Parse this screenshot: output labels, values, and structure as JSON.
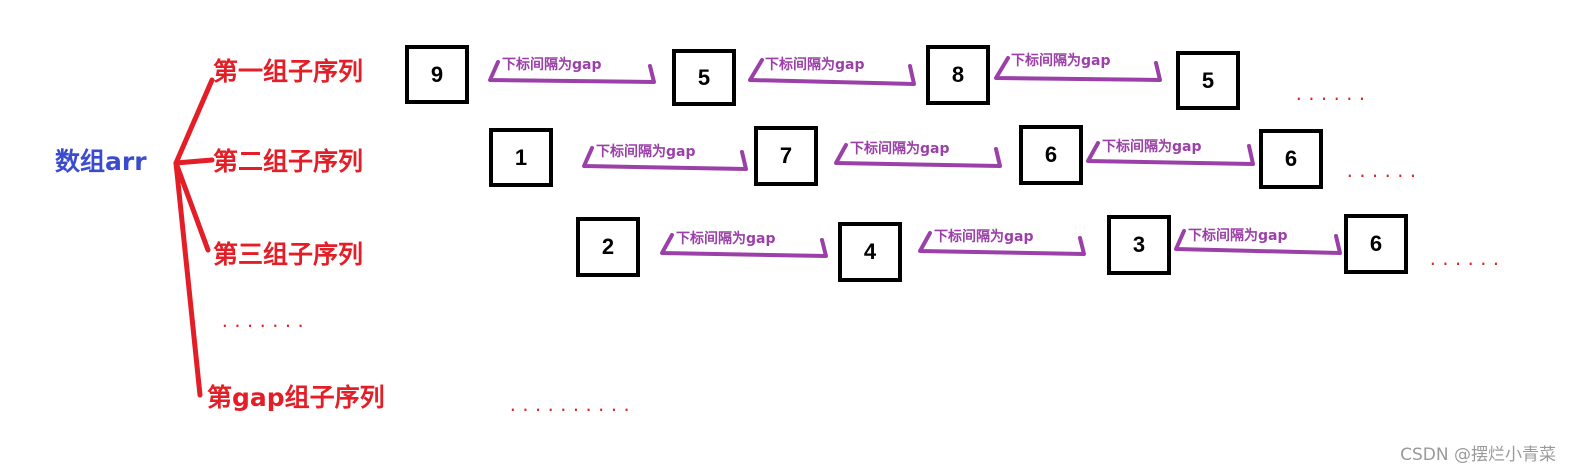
{
  "root": {
    "label": "数组arr"
  },
  "groups": [
    {
      "label": "第一组子序列",
      "values": [
        "9",
        "5",
        "8",
        "5"
      ],
      "ellipsis": "......"
    },
    {
      "label": "第二组子序列",
      "values": [
        "1",
        "7",
        "6",
        "6"
      ],
      "ellipsis": "......"
    },
    {
      "label": "第三组子序列",
      "values": [
        "2",
        "4",
        "3",
        "6"
      ],
      "ellipsis": "......"
    }
  ],
  "middle_ellipsis": ".......",
  "last_group": {
    "label": "第gap组子序列",
    "ellipsis": ".........."
  },
  "arrow_label": "下标间隔为gap",
  "watermark": "CSDN @摆烂小青菜",
  "colors": {
    "root_text": "#3a4bd0",
    "group_text": "#e41e26",
    "branch_lines": "#e41e26",
    "arrows": "#9b40a8",
    "box_border": "#000000"
  }
}
